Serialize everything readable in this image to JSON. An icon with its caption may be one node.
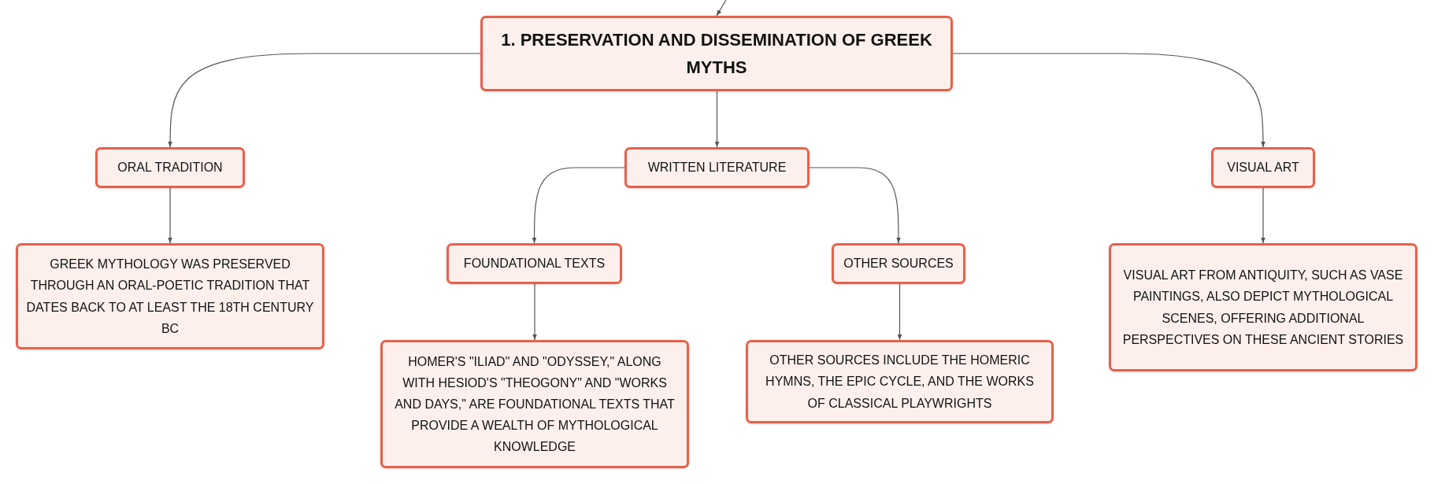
{
  "diagram": {
    "nodes": [
      {
        "text": [
          "1. PRESERVATION AND DISSEMINATION OF GREEK MYTHS"
        ]
      },
      {
        "text": [
          "ORAL TRADITION"
        ]
      },
      {
        "text": [
          "WRITTEN LITERATURE"
        ]
      },
      {
        "text": [
          "VISUAL ART"
        ]
      },
      {
        "text": [
          "GREEK MYTHOLOGY WAS PRESERVED THROUGH AN ORAL-POETIC TRADITION THAT DATES BACK TO AT LEAST THE 18TH CENTURY BC"
        ]
      },
      {
        "text": [
          "FOUNDATIONAL TEXTS"
        ]
      },
      {
        "text": [
          "OTHER SOURCES"
        ]
      },
      {
        "text": [
          "VISUAL ART FROM ANTIQUITY, SUCH AS VASE PAINTINGS, ALSO DEPICT MYTHOLOGICAL SCENES, OFFERING ADDITIONAL PERSPECTIVES ON THESE ANCIENT STORIES"
        ]
      },
      {
        "text": [
          "HOMER'S \"ILIAD\" AND \"ODYSSEY,\" ALONG WITH HESIOD'S \"THEOGONY\" AND \"WORKS AND DAYS,\" ARE FOUNDATIONAL TEXTS THAT PROVIDE A WEALTH OF MYTHOLOGICAL KNOWLEDGE"
        ]
      },
      {
        "text": [
          "OTHER SOURCES INCLUDE THE HOMERIC HYMNS, THE EPIC CYCLE, AND THE WORKS OF CLASSICAL PLAYWRIGHTS"
        ]
      }
    ],
    "edges": [
      {
        "from": null,
        "to": 0,
        "arrow": "to"
      },
      {
        "from": 0,
        "to": 1,
        "arrow": "to"
      },
      {
        "from": 0,
        "to": 2,
        "arrow": "to"
      },
      {
        "from": 0,
        "to": 3,
        "arrow": "to"
      },
      {
        "from": 1,
        "to": 4,
        "arrow": "to"
      },
      {
        "from": 2,
        "to": 5,
        "arrow": "to"
      },
      {
        "from": 2,
        "to": 6,
        "arrow": "to"
      },
      {
        "from": 3,
        "to": 7,
        "arrow": "to"
      },
      {
        "from": 5,
        "to": 8,
        "arrow": "to"
      },
      {
        "from": 6,
        "to": 9,
        "arrow": "to"
      }
    ]
  }
}
